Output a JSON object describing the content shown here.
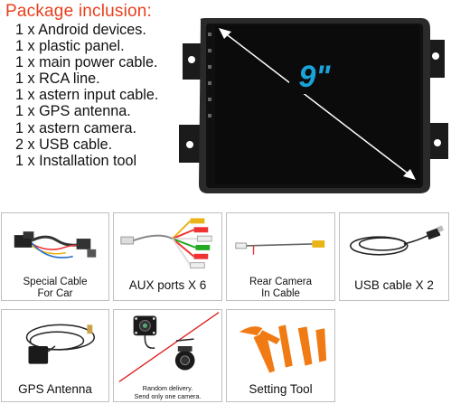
{
  "package": {
    "title": "Package inclusion:",
    "items": [
      "1 x Android devices.",
      "1 x plastic panel.",
      "1 x main power cable.",
      "1 x RCA line.",
      "1 x astern input cable.",
      "1 x GPS antenna.",
      "1 x astern camera.",
      "2 x USB cable.",
      "1 x Installation tool"
    ]
  },
  "screen": {
    "size_label": "9\"",
    "accent_color": "#1aa3d9"
  },
  "accessories": [
    {
      "line1": "Special Cable",
      "line2": "For Car"
    },
    {
      "label": "AUX ports X 6"
    },
    {
      "line1": "Rear Camera",
      "line2": "In Cable"
    },
    {
      "label": "USB cable X 2"
    },
    {
      "label": "GPS Antenna"
    },
    {
      "note1": "Random delivery.",
      "note2": "Send only one camera."
    },
    {
      "label": "Setting Tool"
    }
  ]
}
